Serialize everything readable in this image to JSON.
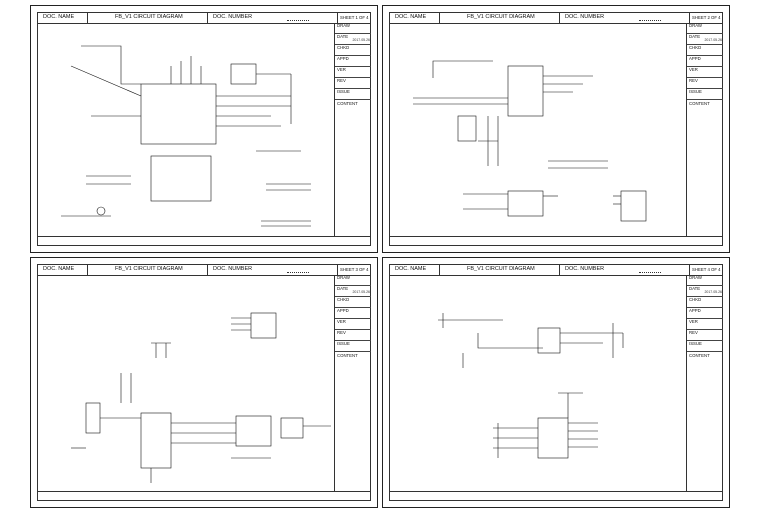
{
  "sheets": [
    {
      "doc_name_label": "DOC. NAME",
      "title": "FB_V1 CIRCUIT DIAGRAM",
      "doc_number_label": "DOC. NUMBER",
      "sheet_label": "SHEET  1   OF  4",
      "block": {
        "drawn": "DRAW",
        "date": "DATE",
        "date_value": "2017.05.26",
        "chkd": "CHKD",
        "apprd": "APPD",
        "ver": "VER",
        "rev": "REV",
        "issue": "ISSUE",
        "content": "CONTENT"
      }
    },
    {
      "doc_name_label": "DOC. NAME",
      "title": "FB_V1 CIRCUIT DIAGRAM",
      "doc_number_label": "DOC. NUMBER",
      "sheet_label": "SHEET  2   OF  4",
      "block": {
        "drawn": "DRAW",
        "date": "DATE",
        "date_value": "2017.05.26",
        "chkd": "CHKD",
        "apprd": "APPD",
        "ver": "VER",
        "rev": "REV",
        "issue": "ISSUE",
        "content": "CONTENT"
      }
    },
    {
      "doc_name_label": "DOC. NAME",
      "title": "FB_V1 CIRCUIT DIAGRAM",
      "doc_number_label": "DOC. NUMBER",
      "sheet_label": "SHEET  3   OF  4",
      "block": {
        "drawn": "DRAW",
        "date": "DATE",
        "date_value": "2017.05.26",
        "chkd": "CHKD",
        "apprd": "APPD",
        "ver": "VER",
        "rev": "REV",
        "issue": "ISSUE",
        "content": "CONTENT"
      }
    },
    {
      "doc_name_label": "DOC. NAME",
      "title": "FB_V1 CIRCUIT DIAGRAM",
      "doc_number_label": "DOC. NUMBER",
      "sheet_label": "SHEET  4   OF  4",
      "block": {
        "drawn": "DRAW",
        "date": "DATE",
        "date_value": "2017.05.26",
        "chkd": "CHKD",
        "apprd": "APPD",
        "ver": "VER",
        "rev": "REV",
        "issue": "ISSUE",
        "content": "CONTENT"
      }
    }
  ]
}
